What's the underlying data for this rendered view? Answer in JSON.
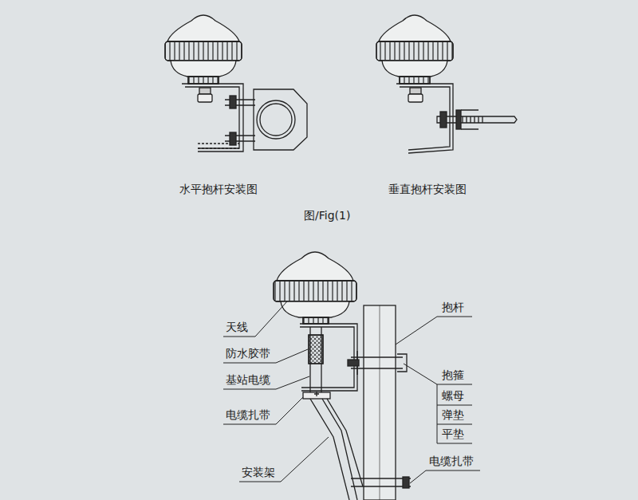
{
  "diagram": {
    "caption": "图/Fig(1)",
    "labels": [
      "水平抱杆安装图",
      "垂直抱杆安装图",
      "天线",
      "防水胶带",
      "基站电缆",
      "电缆扎带",
      "安装架",
      "抱杆",
      "抱箍",
      "螺母",
      "弹垫",
      "平垫",
      "电缆扎带"
    ]
  }
}
